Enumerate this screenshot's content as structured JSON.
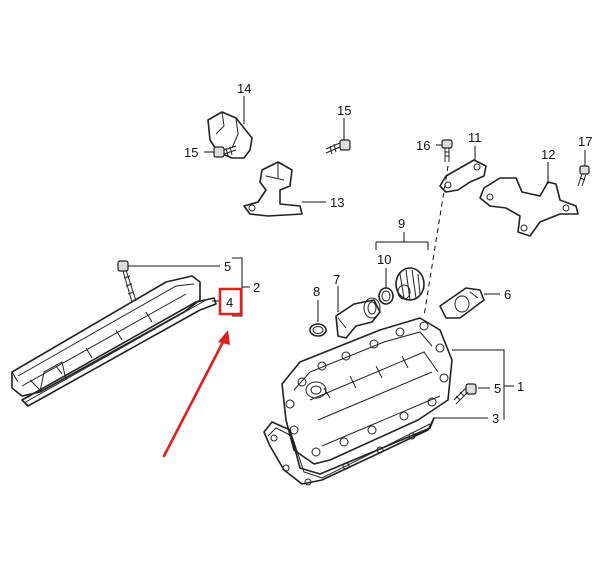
{
  "callouts": {
    "c1": "1",
    "c2": "2",
    "c3": "3",
    "c4": "4",
    "c5a": "5",
    "c5b": "5",
    "c6": "6",
    "c7": "7",
    "c8": "8",
    "c9": "9",
    "c10": "10",
    "c11": "11",
    "c12": "12",
    "c13": "13",
    "c14": "14",
    "c15a": "15",
    "c15b": "15",
    "c16": "16",
    "c17": "17"
  },
  "colors": {
    "highlight": "#e0201c",
    "line": "#222222"
  },
  "highlighted_callout": "4"
}
